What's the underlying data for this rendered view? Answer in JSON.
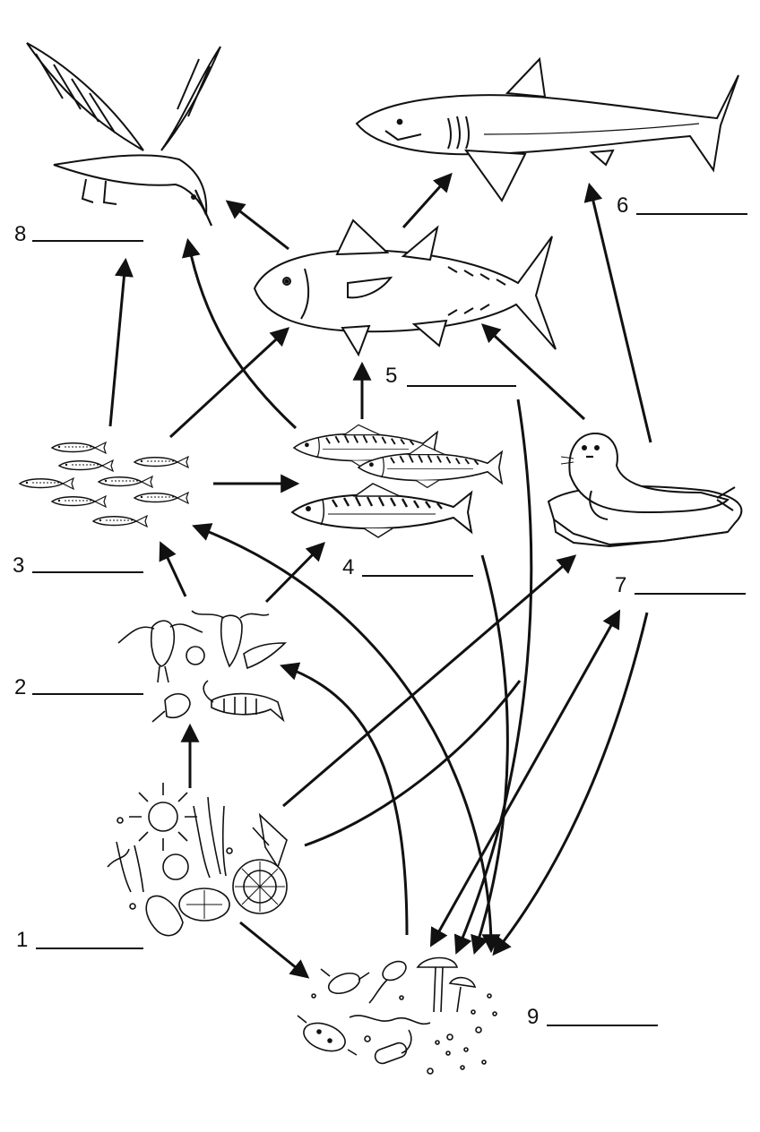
{
  "labels": [
    {
      "number": "1",
      "answer": ""
    },
    {
      "number": "2",
      "answer": ""
    },
    {
      "number": "3",
      "answer": ""
    },
    {
      "number": "4",
      "answer": ""
    },
    {
      "number": "5",
      "answer": ""
    },
    {
      "number": "6",
      "answer": ""
    },
    {
      "number": "7",
      "answer": ""
    },
    {
      "number": "8",
      "answer": ""
    },
    {
      "number": "9",
      "answer": ""
    }
  ],
  "organisms": [
    {
      "id": "phytoplankton",
      "label_number": "1",
      "icon": "phytoplankton-cluster-icon"
    },
    {
      "id": "zooplankton",
      "label_number": "2",
      "icon": "zooplankton-cluster-icon"
    },
    {
      "id": "small-fish",
      "label_number": "3",
      "icon": "small-fish-school-icon"
    },
    {
      "id": "mackerel",
      "label_number": "4",
      "icon": "mackerel-icon"
    },
    {
      "id": "tuna",
      "label_number": "5",
      "icon": "tuna-icon"
    },
    {
      "id": "shark",
      "label_number": "6",
      "icon": "shark-icon"
    },
    {
      "id": "seal",
      "label_number": "7",
      "icon": "seal-on-ice-icon"
    },
    {
      "id": "seabird",
      "label_number": "8",
      "icon": "seabird-icon"
    },
    {
      "id": "decomposers",
      "label_number": "9",
      "icon": "decomposers-cluster-icon"
    }
  ],
  "arrows": [
    {
      "from": "phytoplankton",
      "to": "zooplankton"
    },
    {
      "from": "zooplankton",
      "to": "small-fish"
    },
    {
      "from": "zooplankton",
      "to": "mackerel"
    },
    {
      "from": "small-fish",
      "to": "mackerel"
    },
    {
      "from": "small-fish",
      "to": "tuna"
    },
    {
      "from": "small-fish",
      "to": "seabird"
    },
    {
      "from": "mackerel",
      "to": "tuna"
    },
    {
      "from": "mackerel",
      "to": "seabird"
    },
    {
      "from": "tuna",
      "to": "seabird"
    },
    {
      "from": "tuna",
      "to": "shark"
    },
    {
      "from": "seal",
      "to": "tuna"
    },
    {
      "from": "seal",
      "to": "shark"
    },
    {
      "from": "phytoplankton",
      "to": "seal"
    },
    {
      "from": "phytoplankton",
      "to": "decomposers"
    },
    {
      "from": "decomposers",
      "to": "zooplankton"
    },
    {
      "from": "decomposers",
      "to": "small-fish"
    },
    {
      "from": "decomposers",
      "to": "seal"
    },
    {
      "from": "phytoplankton",
      "to": "decomposers"
    },
    {
      "from": "tuna",
      "to": "decomposers"
    },
    {
      "from": "mackerel",
      "to": "decomposers"
    },
    {
      "from": "seal",
      "to": "decomposers"
    }
  ]
}
